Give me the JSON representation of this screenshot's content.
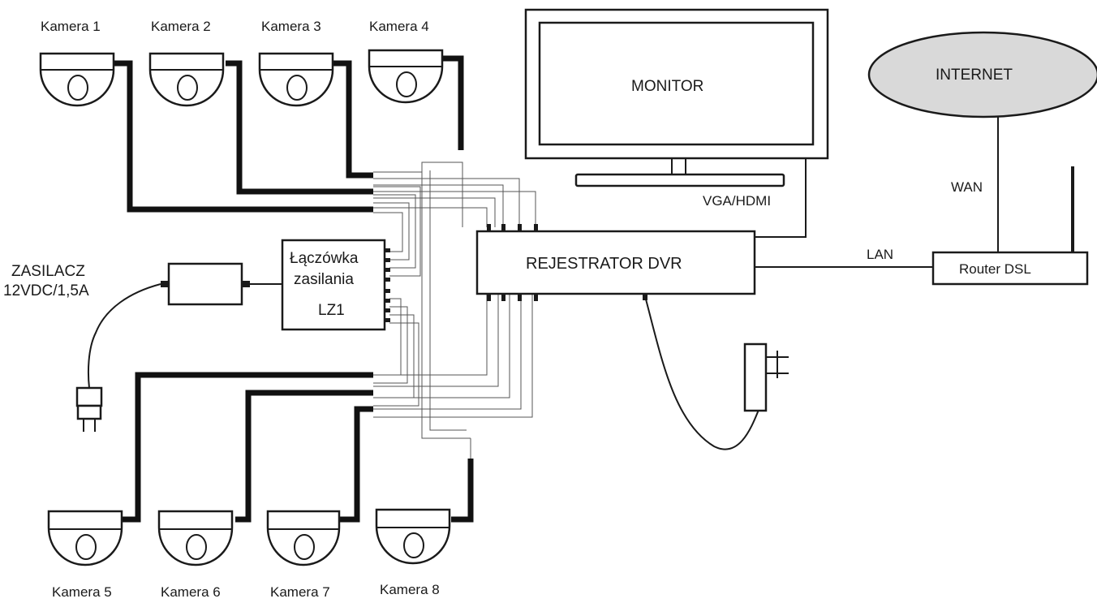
{
  "cameras": [
    {
      "label": "Kamera 1"
    },
    {
      "label": "Kamera 2"
    },
    {
      "label": "Kamera 3"
    },
    {
      "label": "Kamera 4"
    },
    {
      "label": "Kamera 5"
    },
    {
      "label": "Kamera 6"
    },
    {
      "label": "Kamera 7"
    },
    {
      "label": "Kamera 8"
    }
  ],
  "monitor": {
    "label": "MONITOR"
  },
  "video_link": {
    "label": "VGA/HDMI"
  },
  "internet": {
    "label": "INTERNET"
  },
  "wan": {
    "label": "WAN"
  },
  "lan": {
    "label": "LAN"
  },
  "router": {
    "label": "Router DSL"
  },
  "dvr": {
    "label": "REJESTRATOR DVR"
  },
  "power_supply": {
    "line1": "ZASILACZ",
    "line2": "12VDC/1,5A"
  },
  "power_strip": {
    "line1": "Łączówka",
    "line2": "zasilania",
    "line3": "LZ1"
  }
}
